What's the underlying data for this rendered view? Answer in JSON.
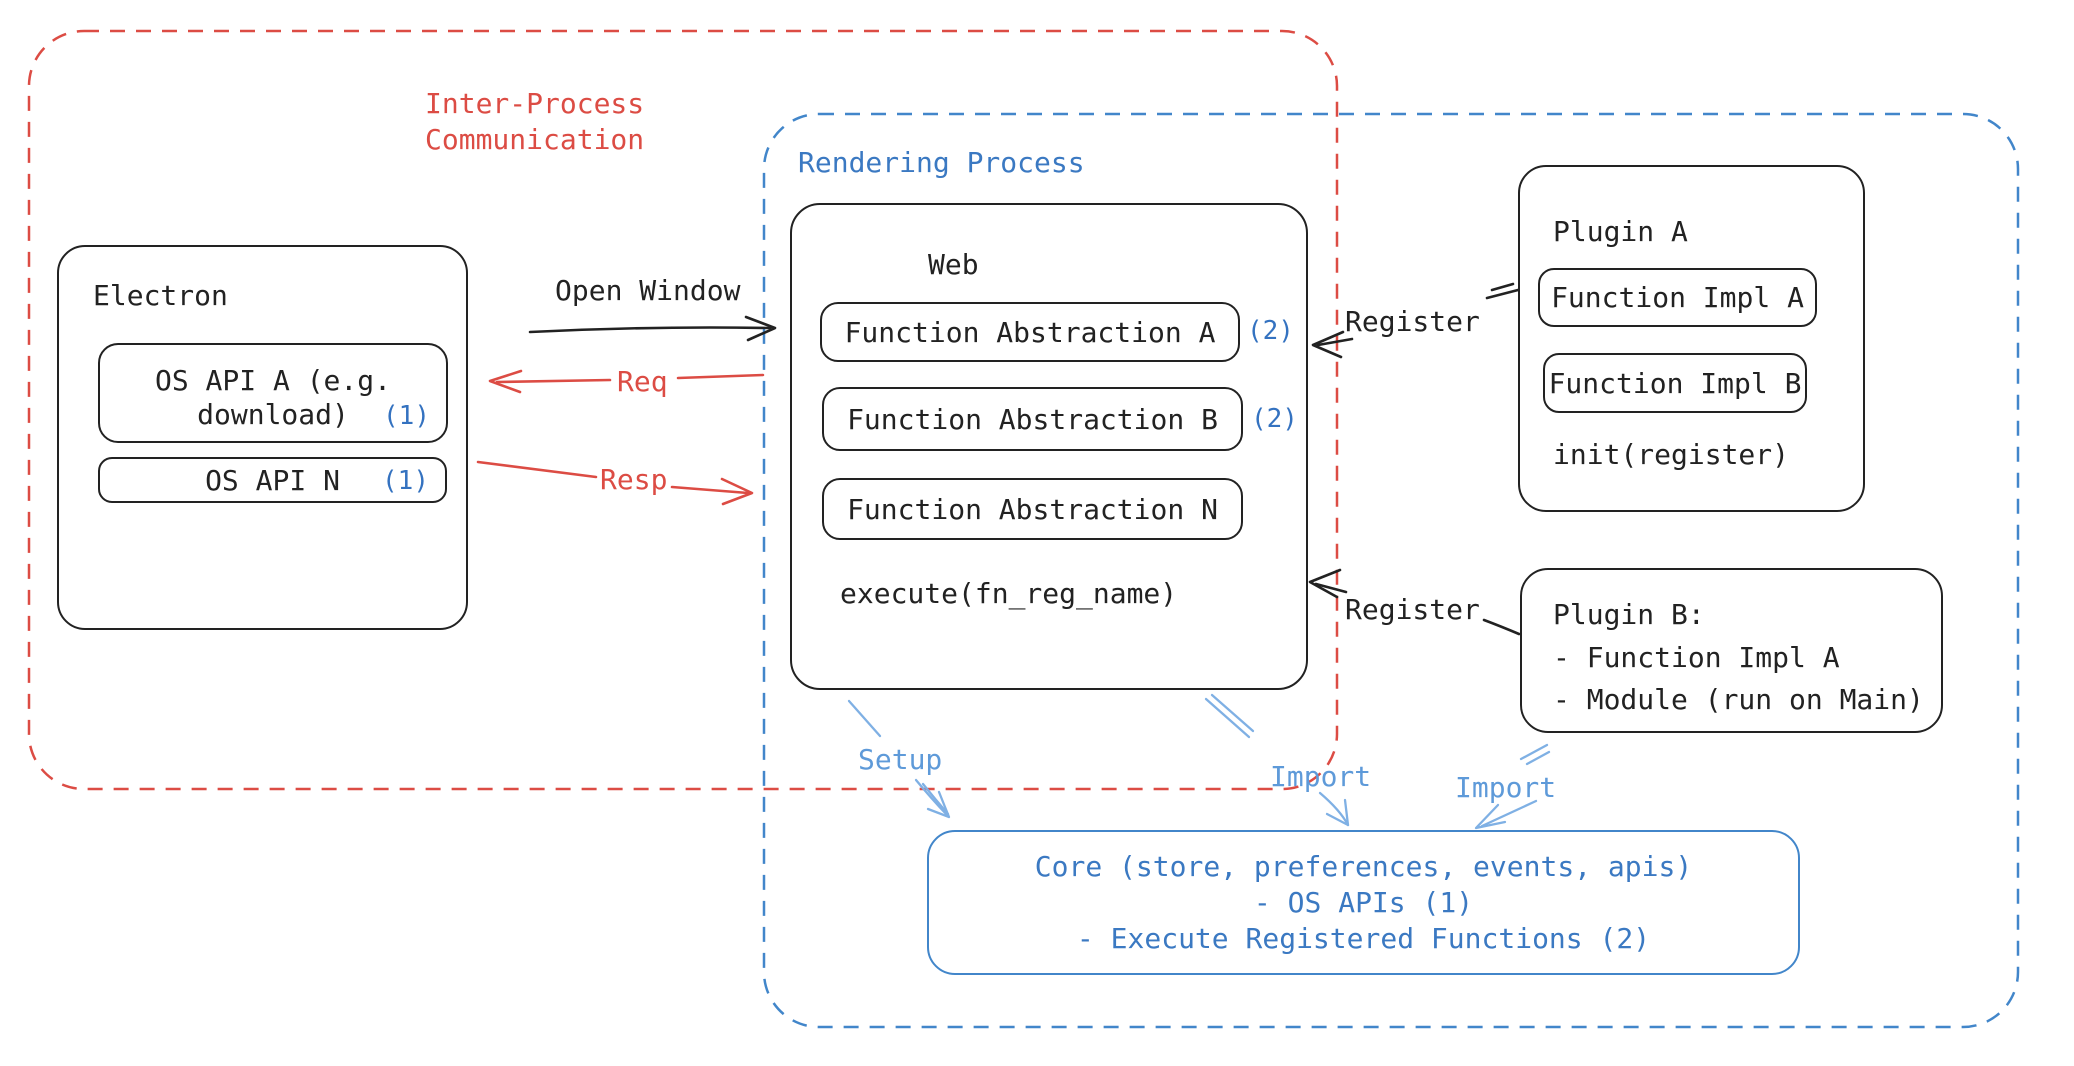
{
  "ipc_container": {
    "label_line1": "Inter-Process",
    "label_line2": "Communication"
  },
  "rendering_container": {
    "label": "Rendering Process"
  },
  "electron": {
    "title": "Electron",
    "api_a_line1": "OS API A (e.g.",
    "api_a_line2": "download)",
    "api_a_ref": "(1)",
    "api_n": "OS API N",
    "api_n_ref": "(1)"
  },
  "web": {
    "title": "Web",
    "fa_a": "Function Abstraction A",
    "fa_a_ref": "(2)",
    "fa_b": "Function Abstraction B",
    "fa_b_ref": "(2)",
    "fa_n": "Function Abstraction N",
    "execute": "execute(fn_reg_name)"
  },
  "plugin_a": {
    "title": "Plugin A",
    "impl_a": "Function Impl A",
    "impl_b": "Function Impl B",
    "init": "init(register)"
  },
  "plugin_b": {
    "title": "Plugin B:",
    "item1": "- Function Impl A",
    "item2": "- Module (run on Main)"
  },
  "core": {
    "line1": "Core (store, preferences, events, apis)",
    "line2": "- OS APIs (1)",
    "line3": "- Execute Registered Functions (2)"
  },
  "arrows": {
    "open_window": "Open Window",
    "req": "Req",
    "resp": "Resp",
    "register_a": "Register",
    "register_b": "Register",
    "setup": "Setup",
    "import_web": "Import",
    "import_plugin": "Import"
  },
  "colors": {
    "ink": "#222222",
    "red": "#dc4c44",
    "blue": "#3b79c2",
    "container_blue": "#4286ca",
    "ref_blue": "#3472c0",
    "light_blue": "#5e9ad9",
    "light_blue_stroke": "#7fb0e4"
  }
}
